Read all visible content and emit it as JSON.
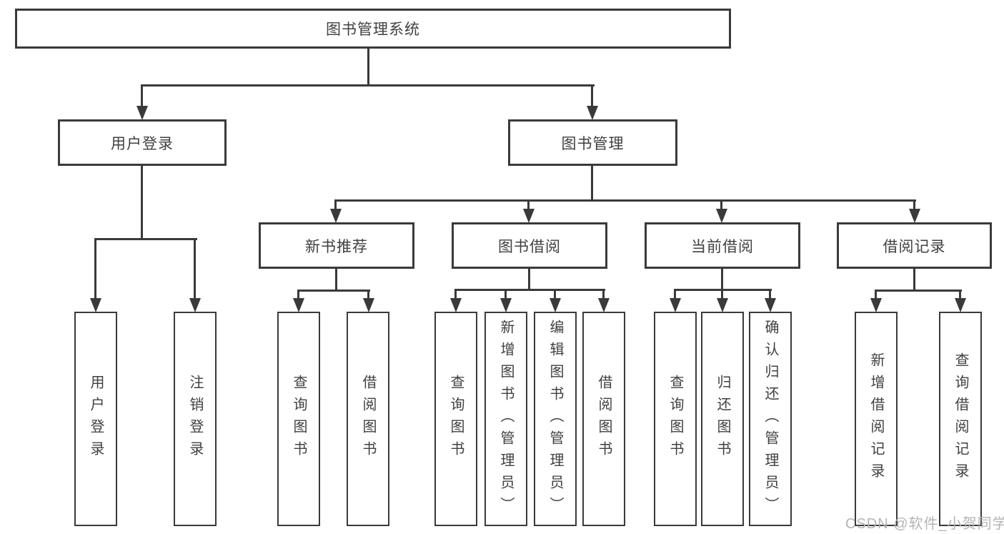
{
  "diagram": {
    "root": {
      "label": "图书管理系统"
    },
    "branches": {
      "user_login": {
        "label": "用户登录",
        "children": [
          {
            "label": "用户登录"
          },
          {
            "label": "注销登录"
          }
        ]
      },
      "book_management": {
        "label": "图书管理",
        "modules": {
          "new_book_recommend": {
            "label": "新书推荐",
            "children": [
              {
                "label": "查询图书"
              },
              {
                "label": "借阅图书"
              }
            ]
          },
          "book_borrow": {
            "label": "图书借阅",
            "children": [
              {
                "label": "查询图书"
              },
              {
                "label": "新增图书（管理员）"
              },
              {
                "label": "编辑图书（管理员）"
              },
              {
                "label": "借阅图书"
              }
            ]
          },
          "current_borrow": {
            "label": "当前借阅",
            "children": [
              {
                "label": "查询图书"
              },
              {
                "label": "归还图书"
              },
              {
                "label": "确认归还（管理员）"
              }
            ]
          },
          "borrow_record": {
            "label": "借阅记录",
            "children": [
              {
                "label": "新增借阅记录"
              },
              {
                "label": "查询借阅记录"
              }
            ]
          }
        }
      }
    }
  },
  "watermark": {
    "text": "CSDN @软件_小贺同学"
  },
  "colors": {
    "line": "#3a3a3a",
    "text": "#404040",
    "box_background": "#ffffff",
    "page_background": "#ffffff",
    "watermark": "#b4b4b4"
  }
}
